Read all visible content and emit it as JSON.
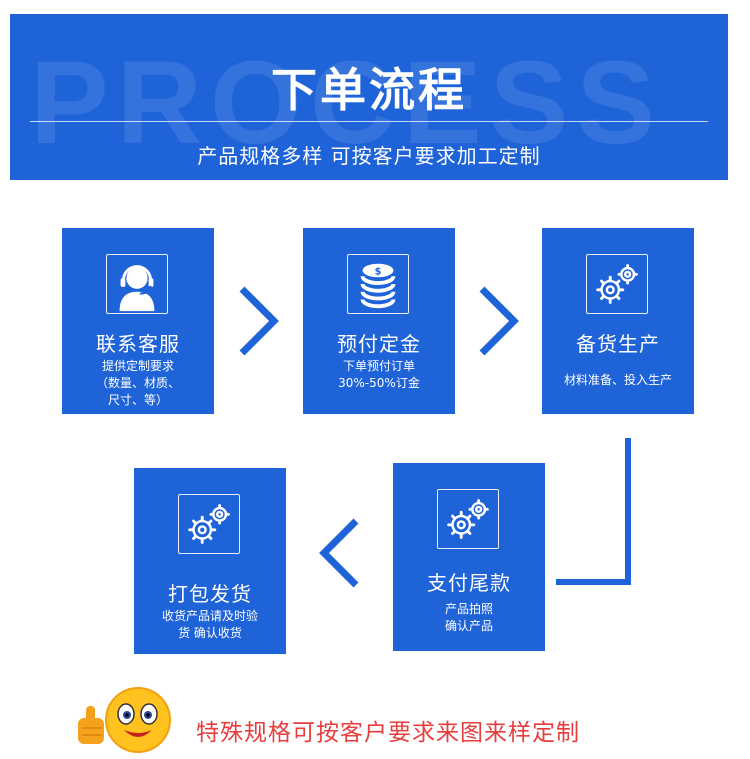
{
  "header": {
    "background_word": "PROCESS",
    "title": "下单流程",
    "subtitle": "产品规格多样 可按客户要求加工定制"
  },
  "steps": [
    {
      "title": "联系客服",
      "desc_lines": [
        "提供定制要求",
        "（数量、材质、",
        "尺寸、等）"
      ],
      "icon": "headset-agent-icon"
    },
    {
      "title": "预付定金",
      "desc_lines": [
        "下单预付订单",
        "30%-50%订金"
      ],
      "icon": "coin-stack-icon"
    },
    {
      "title": "备货生产",
      "desc_lines": [
        "材料准备、投入生产"
      ],
      "icon": "gears-icon"
    },
    {
      "title": "支付尾款",
      "desc_lines": [
        "产品拍照",
        "确认产品"
      ],
      "icon": "gears-icon"
    },
    {
      "title": "打包发货",
      "desc_lines": [
        "收货产品请及时验",
        "货 确认收货"
      ],
      "icon": "gears-icon"
    }
  ],
  "footer": {
    "text": "特殊规格可按客户要求来图来样定制",
    "icon": "thumbs-up-smiley-icon"
  },
  "colors": {
    "brand_blue": "#1e63d8",
    "footer_red": "#e83d3d",
    "white": "#ffffff"
  }
}
